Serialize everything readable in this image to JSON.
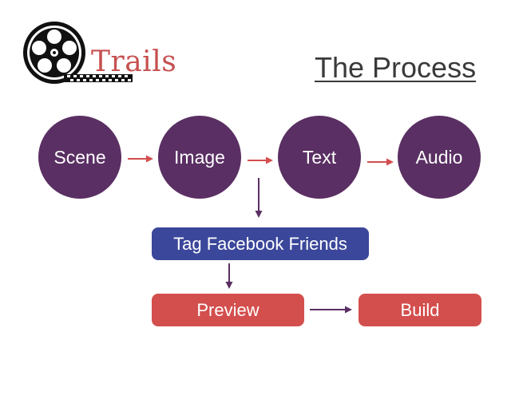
{
  "logo": {
    "text": "Trails",
    "icon": "film-reel-icon",
    "text_color": "#c65150"
  },
  "title": "The Process",
  "steps": {
    "scene": "Scene",
    "image": "Image",
    "text": "Text",
    "audio": "Audio"
  },
  "tag_step": "Tag Facebook Friends",
  "preview_step": "Preview",
  "build_step": "Build",
  "colors": {
    "circle_fill": "#5a2f63",
    "tag_fill": "#3b479a",
    "action_fill": "#d34f4d",
    "red_arrow": "#d44d4d",
    "purple_arrow": "#5a2f63",
    "title_text": "#3a3a3a"
  }
}
